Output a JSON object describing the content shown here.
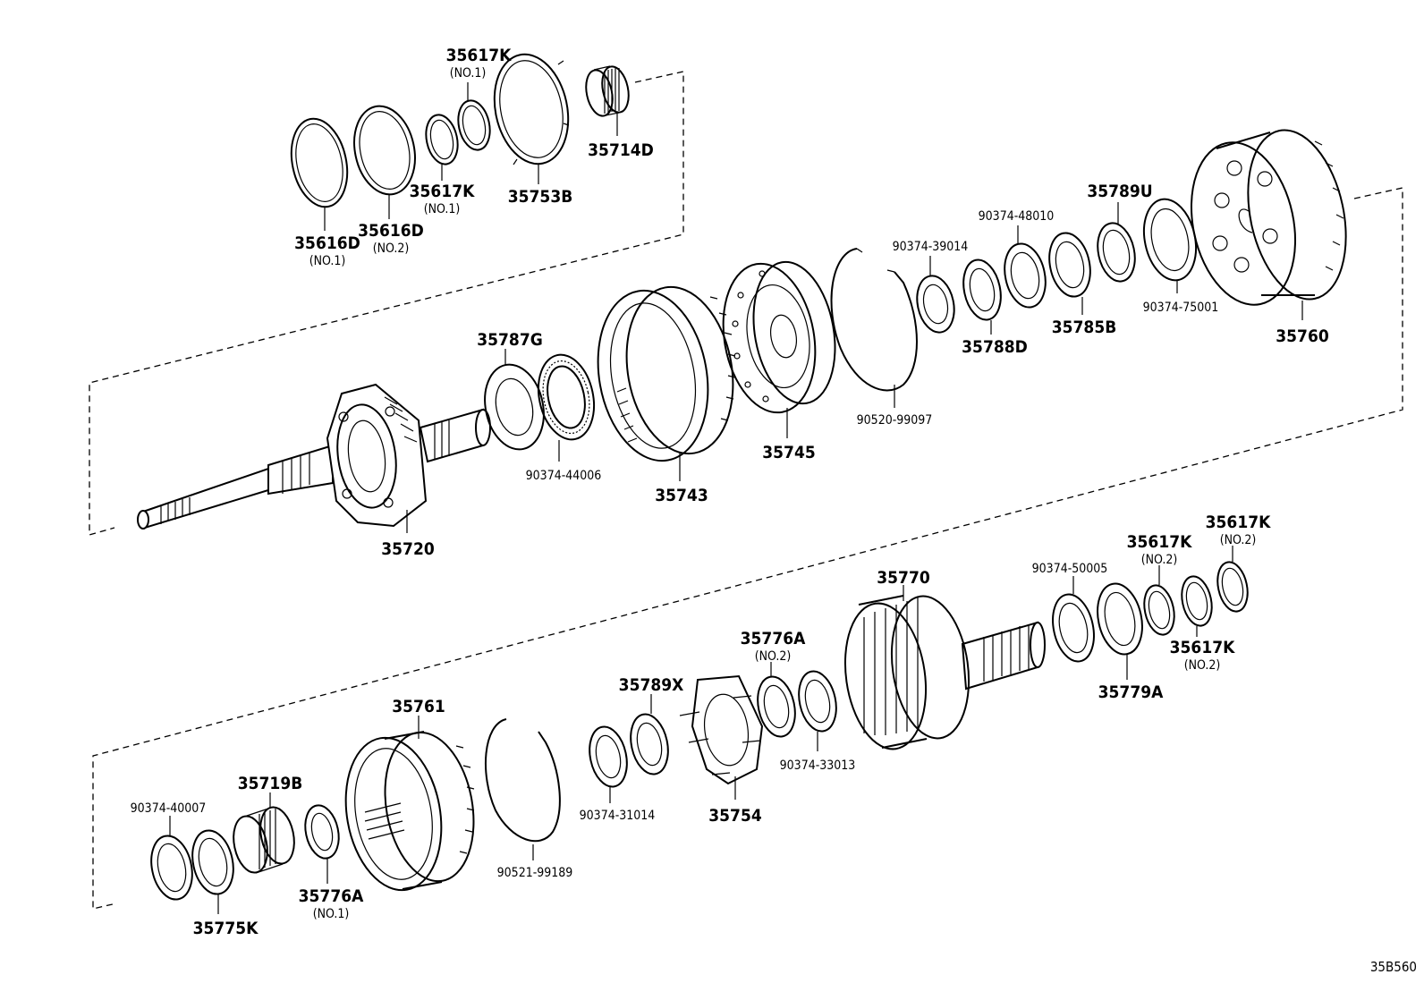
{
  "diagram_code": "35B560",
  "parts": {
    "p35617K_no1_top": {
      "number": "35617K",
      "sub": "(NO.1)"
    },
    "p35714D": {
      "number": "35714D"
    },
    "p35753B": {
      "number": "35753B"
    },
    "p35617K_no1_mid": {
      "number": "35617K",
      "sub": "(NO.1)"
    },
    "p35616D_no2": {
      "number": "35616D",
      "sub": "(NO.2)"
    },
    "p35616D_no1": {
      "number": "35616D",
      "sub": "(NO.1)"
    },
    "p35789U": {
      "number": "35789U"
    },
    "p90374_48010": {
      "number": "90374-48010"
    },
    "p90374_39014": {
      "number": "90374-39014"
    },
    "p90374_75001": {
      "number": "90374-75001"
    },
    "p35785B": {
      "number": "35785B"
    },
    "p35788D": {
      "number": "35788D"
    },
    "p35760": {
      "number": "35760"
    },
    "p35787G": {
      "number": "35787G"
    },
    "p90520_99097": {
      "number": "90520-99097"
    },
    "p35745": {
      "number": "35745"
    },
    "p90374_44006": {
      "number": "90374-44006"
    },
    "p35743": {
      "number": "35743"
    },
    "p35720": {
      "number": "35720"
    },
    "p35617K_no2_a": {
      "number": "35617K",
      "sub": "(NO.2)"
    },
    "p35617K_no2_b": {
      "number": "35617K",
      "sub": "(NO.2)"
    },
    "p90374_50005": {
      "number": "90374-50005"
    },
    "p35770": {
      "number": "35770"
    },
    "p35617K_no2_c": {
      "number": "35617K",
      "sub": "(NO.2)"
    },
    "p35779A": {
      "number": "35779A"
    },
    "p35776A_no2": {
      "number": "35776A",
      "sub": "(NO.2)"
    },
    "p35789X": {
      "number": "35789X"
    },
    "p90374_33013": {
      "number": "90374-33013"
    },
    "p35761": {
      "number": "35761"
    },
    "p35719B": {
      "number": "35719B"
    },
    "p90374_40007": {
      "number": "90374-40007"
    },
    "p90374_31014": {
      "number": "90374-31014"
    },
    "p35754": {
      "number": "35754"
    },
    "p90521_99189": {
      "number": "90521-99189"
    },
    "p35776A_no1": {
      "number": "35776A",
      "sub": "(NO.1)"
    },
    "p35775K": {
      "number": "35775K"
    }
  }
}
